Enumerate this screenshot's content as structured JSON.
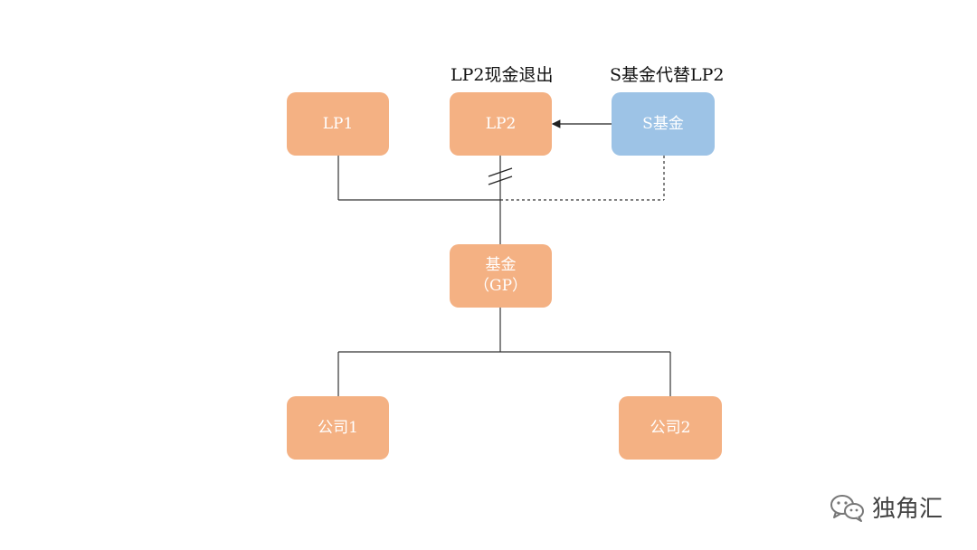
{
  "captions": {
    "lp2_exit": "LP2现金退出",
    "s_fund_replace": "S基金代替LP2"
  },
  "nodes": {
    "lp1": "LP1",
    "lp2": "LP2",
    "s_fund": "S基金",
    "fund_line1": "基金",
    "fund_line2": "（GP）",
    "company1": "公司1",
    "company2": "公司2"
  },
  "watermark": "独角汇",
  "colors": {
    "node_orange": "#f4b183",
    "node_blue": "#9dc3e6",
    "line": "#333333"
  }
}
